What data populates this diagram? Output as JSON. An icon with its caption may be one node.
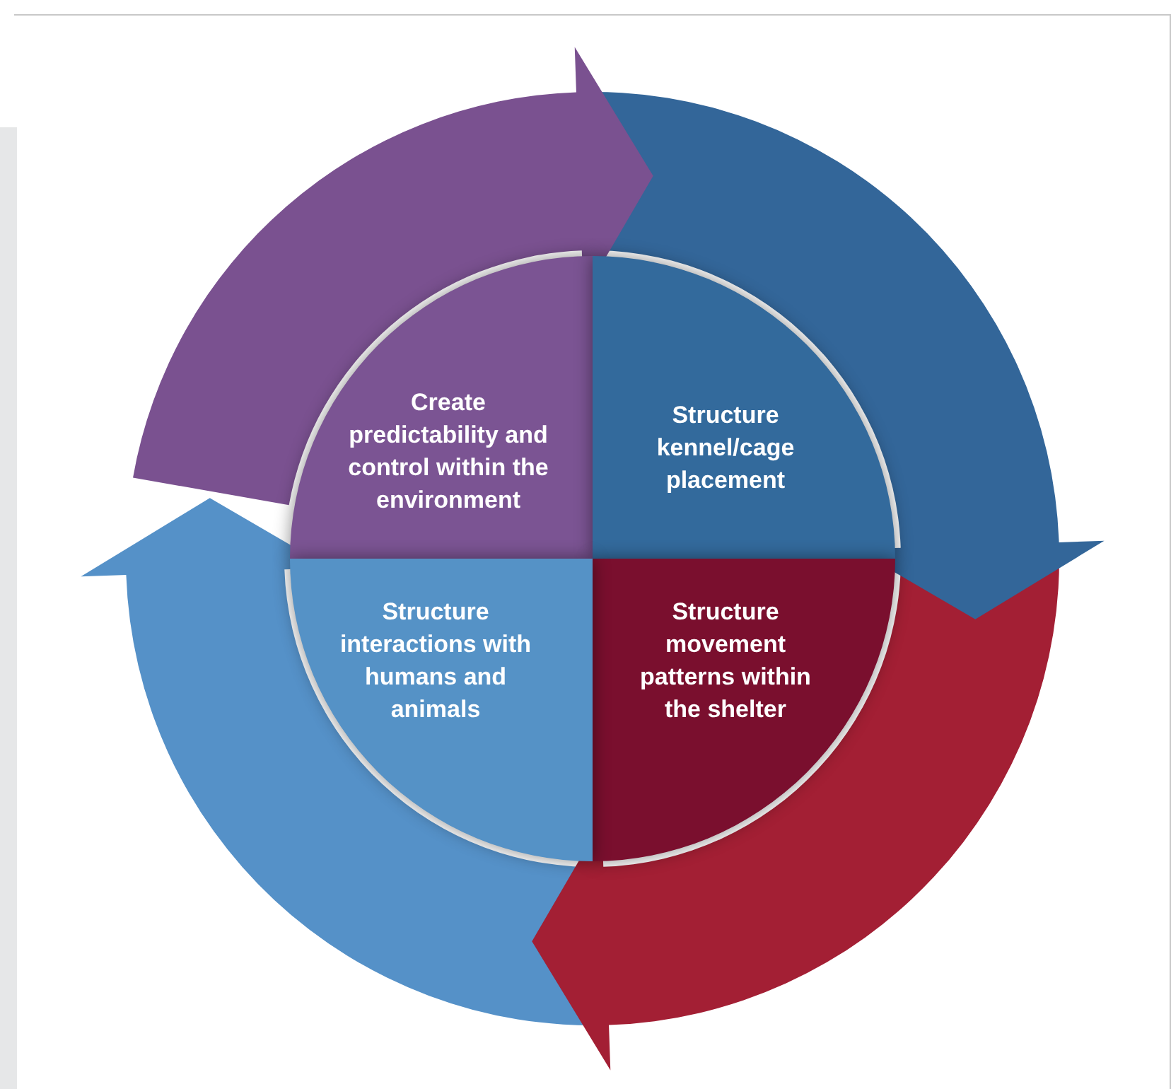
{
  "diagram": {
    "nodes": [
      {
        "text": [
          "Create predictability and control within the environment"
        ]
      },
      {
        "text": [
          "Structure kennel/cage placement"
        ]
      },
      {
        "text": [
          "Structure movement patterns within the shelter"
        ]
      },
      {
        "text": [
          "Structure interactions with humans and animals"
        ]
      }
    ]
  }
}
